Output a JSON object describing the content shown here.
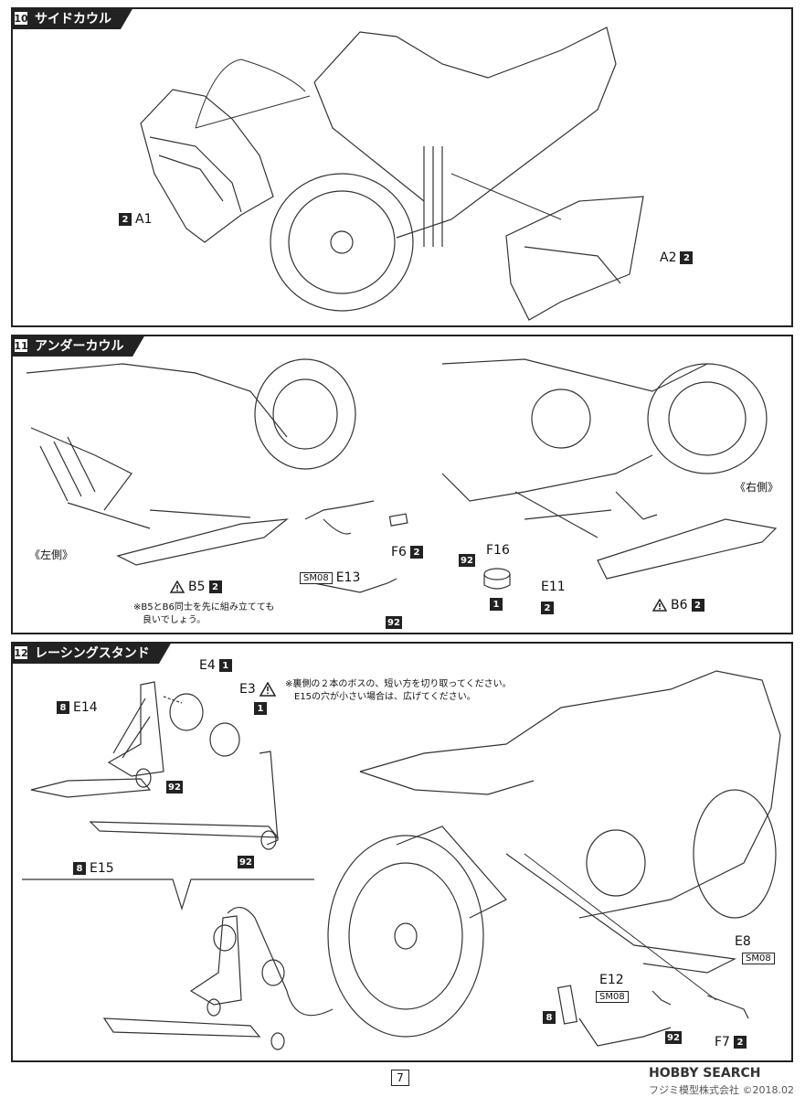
{
  "steps": [
    {
      "num": "10",
      "title": "サイドカウル"
    },
    {
      "num": "11",
      "title": "アンダーカウル"
    },
    {
      "num": "12",
      "title": "レーシングスタンド"
    }
  ],
  "step10": {
    "a1": {
      "box": "2",
      "part": "A1"
    },
    "a2": {
      "part": "A2",
      "box": "2"
    }
  },
  "step11": {
    "left_side": "《左側》",
    "right_side": "《右側》",
    "b5": {
      "part": "B5",
      "box": "2"
    },
    "b6": {
      "part": "B6",
      "box": "2"
    },
    "f6": {
      "part": "F6",
      "box": "2"
    },
    "e13": {
      "sm": "SM08",
      "part": "E13",
      "box": "92"
    },
    "f16": {
      "part": "F16",
      "box92": "92",
      "box1": "1"
    },
    "e11": {
      "part": "E11",
      "box": "2"
    },
    "note": [
      "※B5とB6同士を先に組み立てても",
      "良いでしょう。"
    ]
  },
  "step12": {
    "e4": {
      "part": "E4",
      "box": "1"
    },
    "e3": {
      "part": "E3",
      "box": "1"
    },
    "note": [
      "※裏側の２本のボスの、短い方を切り取ってください。",
      "E15の穴が小さい場合は、広げてください。"
    ],
    "e14": {
      "box": "8",
      "part": "E14"
    },
    "e15": {
      "box": "8",
      "part": "E15"
    },
    "box92a": "92",
    "box92b": "92",
    "box92c": "92",
    "e8": {
      "part": "E8",
      "sm": "SM08"
    },
    "e12": {
      "part": "E12",
      "sm": "SM08",
      "box": "8"
    },
    "f7": {
      "part": "F7",
      "box": "2"
    }
  },
  "page_number": "7",
  "footer": "フジミ模型株式会社 ©2018.02",
  "watermark": "HOBBY SEARCH"
}
